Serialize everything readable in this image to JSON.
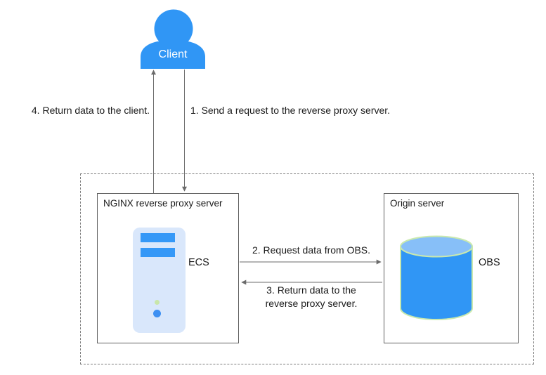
{
  "client": {
    "label": "Client"
  },
  "flows": {
    "step1_label": "1. Send a request to the reverse proxy server.",
    "step2_label": "2. Request data from OBS.",
    "step3_label": "3. Return data to the\nreverse proxy server.",
    "step4_label": "4. Return data to the client."
  },
  "nginx_box": {
    "title": "NGINX reverse proxy server",
    "ecs_label": "ECS"
  },
  "origin_box": {
    "title": "Origin server",
    "obs_label": "OBS"
  },
  "colors": {
    "client_blue": "#3096F5",
    "tower_body": "#D9E7FB",
    "tower_bar": "#3598F7",
    "led_green": "#C9E6A9",
    "led_blue": "#3E90F2",
    "cyl_top": "#87BFF8",
    "cyl_border": "#C9E9AE",
    "arrow_gray": "#6B6B6B"
  }
}
